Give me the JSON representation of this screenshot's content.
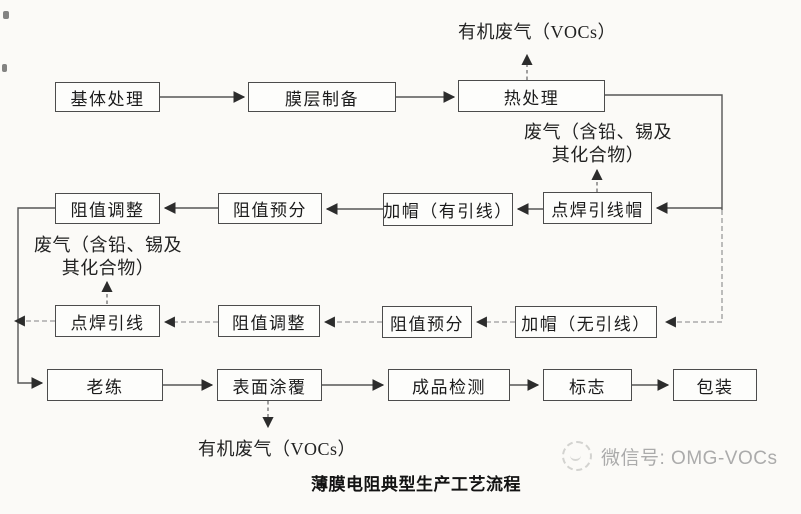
{
  "diagram_title": "薄膜电阻典型生产工艺流程",
  "flow": {
    "row1": [
      "基体处理",
      "膜层制备",
      "热处理"
    ],
    "row2": [
      "阻值调整",
      "阻值预分",
      "加帽（有引线）",
      "点焊引线帽"
    ],
    "row3": [
      "点焊引线",
      "阻值调整",
      "阻值预分",
      "加帽（无引线）"
    ],
    "row4": [
      "老练",
      "表面涂覆",
      "成品检测",
      "标志",
      "包装"
    ]
  },
  "emissions": {
    "heat_treatment_voc": "有机废气（VOCs）",
    "lead_cap_waste_line1": "废气（含铅、锡及",
    "lead_cap_waste_line2": "其化合物）",
    "spot_weld_waste_line1": "废气（含铅、锡及",
    "spot_weld_waste_line2": "其化合物）",
    "surface_coating_voc": "有机废气（VOCs）"
  },
  "watermark": {
    "text": "微信号: OMG-VOCs",
    "icon": "wechat-emoji-logo"
  },
  "colors": {
    "background": "#fbfaf7",
    "box_border": "#4c4c4c",
    "line": "#565656",
    "arrowhead": "#2c2c2c",
    "watermark": "#ababab"
  }
}
